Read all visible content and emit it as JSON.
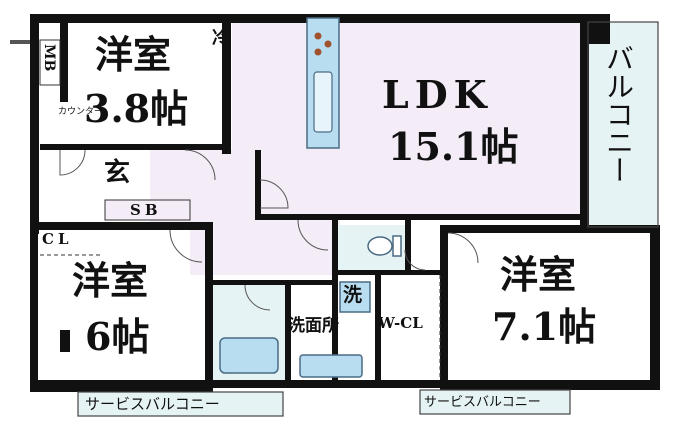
{
  "rooms": {
    "western1": {
      "name": "洋室",
      "size": "3.8帖"
    },
    "ldk": {
      "name": "LDK",
      "size": "15.1帖"
    },
    "balcony": "バルコニー",
    "western2": {
      "name": "洋室",
      "size": "6帖"
    },
    "western3": {
      "name": "洋室",
      "size": "7.1帖"
    },
    "entrance": "玄",
    "shoe_box": "SB",
    "closet": "CL",
    "walk_in_closet": "W-CL",
    "washroom": "洗面所",
    "washer": "洗",
    "fridge": "冷",
    "meter_box": "MB",
    "counter": "カウンター",
    "service_balcony_left": "サービスバルコニー",
    "service_balcony_right": "サービスバルコニー"
  },
  "colors": {
    "wall": "#111111",
    "ldk_floor": "#f4ecf6",
    "balcony_floor": "#e6f3f4",
    "fixture_blue": "#b8dcf0",
    "fixture_outline": "#4a6b84",
    "paper": "#ffffff"
  }
}
